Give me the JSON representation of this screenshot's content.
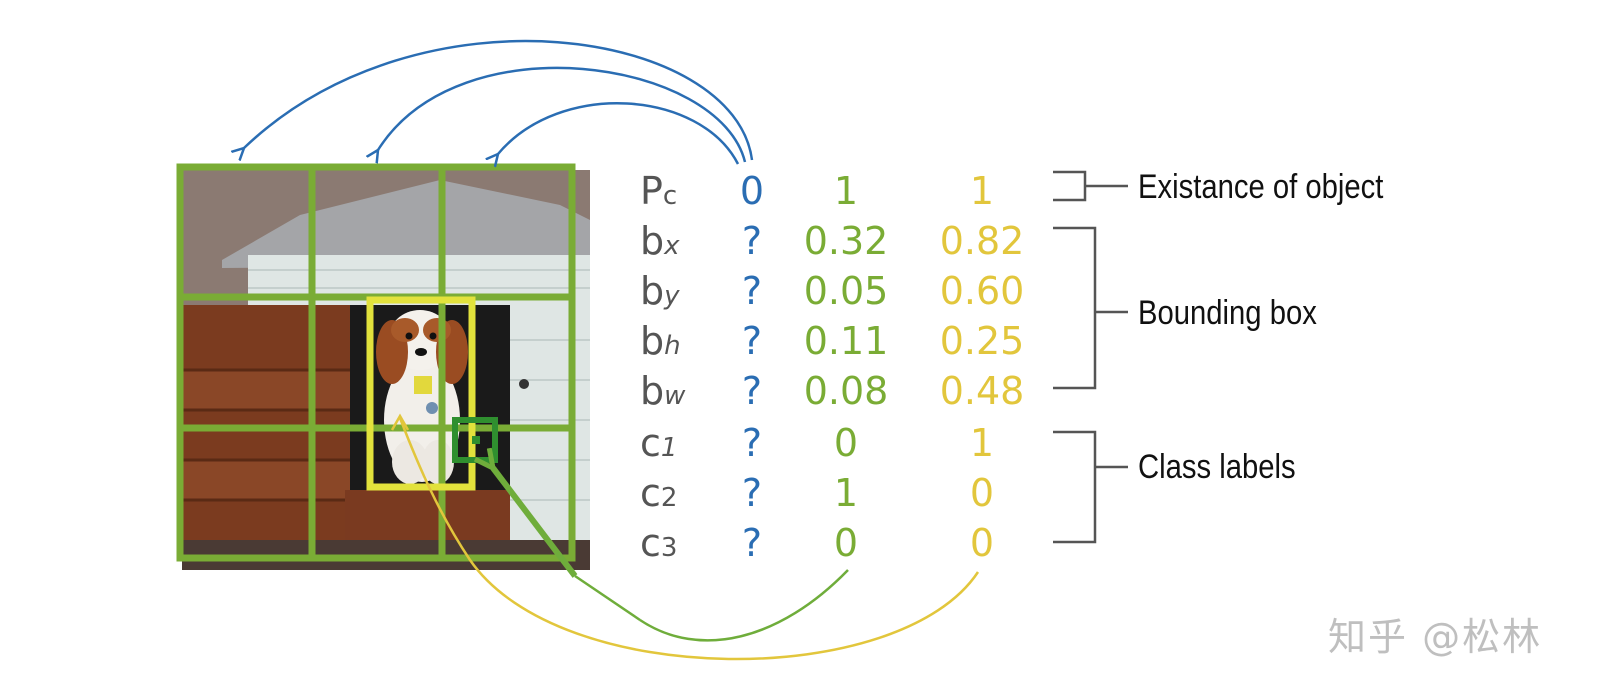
{
  "labels": {
    "pc": {
      "main": "P",
      "sub": "c"
    },
    "bx": {
      "main": "b",
      "sub": "x"
    },
    "by": {
      "main": "b",
      "sub": "y"
    },
    "bh": {
      "main": "b",
      "sub": "h"
    },
    "bw": {
      "main": "b",
      "sub": "w"
    },
    "c1": {
      "main": "c",
      "sub": "1"
    },
    "c2": {
      "main": "c",
      "sub": "2"
    },
    "c3": {
      "main": "c",
      "sub": "3"
    }
  },
  "vectors": {
    "empty": [
      "0",
      "?",
      "?",
      "?",
      "?",
      "?",
      "?",
      "?"
    ],
    "green": [
      "1",
      "0.32",
      "0.05",
      "0.11",
      "0.08",
      "0",
      "1",
      "0"
    ],
    "yellow": [
      "1",
      "0.82",
      "0.60",
      "0.25",
      "0.48",
      "1",
      "0",
      "0"
    ]
  },
  "annotations": {
    "existence": "Existance of object",
    "bbox": "Bounding box",
    "class": "Class labels"
  },
  "watermark": "知乎 @松林",
  "colors": {
    "grid": "#7aac35",
    "yellow": "#e2c63c",
    "blue": "#2a6db3",
    "dark_green": "#2f8f2f",
    "bracket": "#555555"
  }
}
